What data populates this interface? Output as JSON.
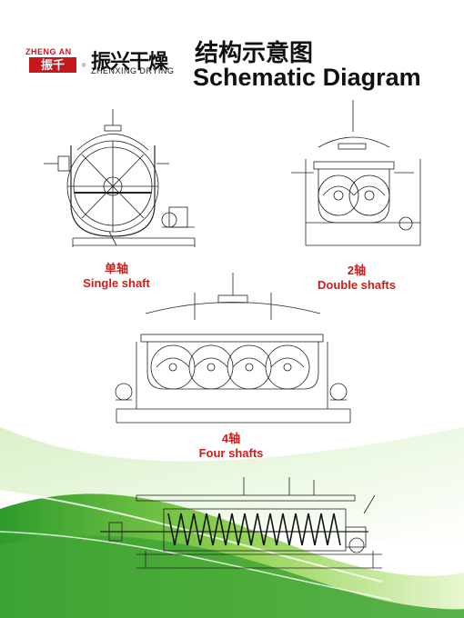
{
  "logo": {
    "top_text": "ZHENG AN",
    "seal_text": "振千",
    "reg_mark": "®"
  },
  "brand": {
    "name_cn": "振兴干燥",
    "name_en": "ZHENXING DRYING"
  },
  "title": {
    "cn": "结构示意图",
    "en": "Schematic Diagram"
  },
  "captions": {
    "single": {
      "cn": "单轴",
      "en": "Single shaft"
    },
    "double": {
      "cn": "2轴",
      "en": "Double shafts"
    },
    "four": {
      "cn": "4轴",
      "en": "Four shafts"
    }
  },
  "colors": {
    "accent_red": "#d11a1a",
    "green_dark": "#3fa535",
    "green_light": "#a8d96a",
    "line": "#222222"
  }
}
